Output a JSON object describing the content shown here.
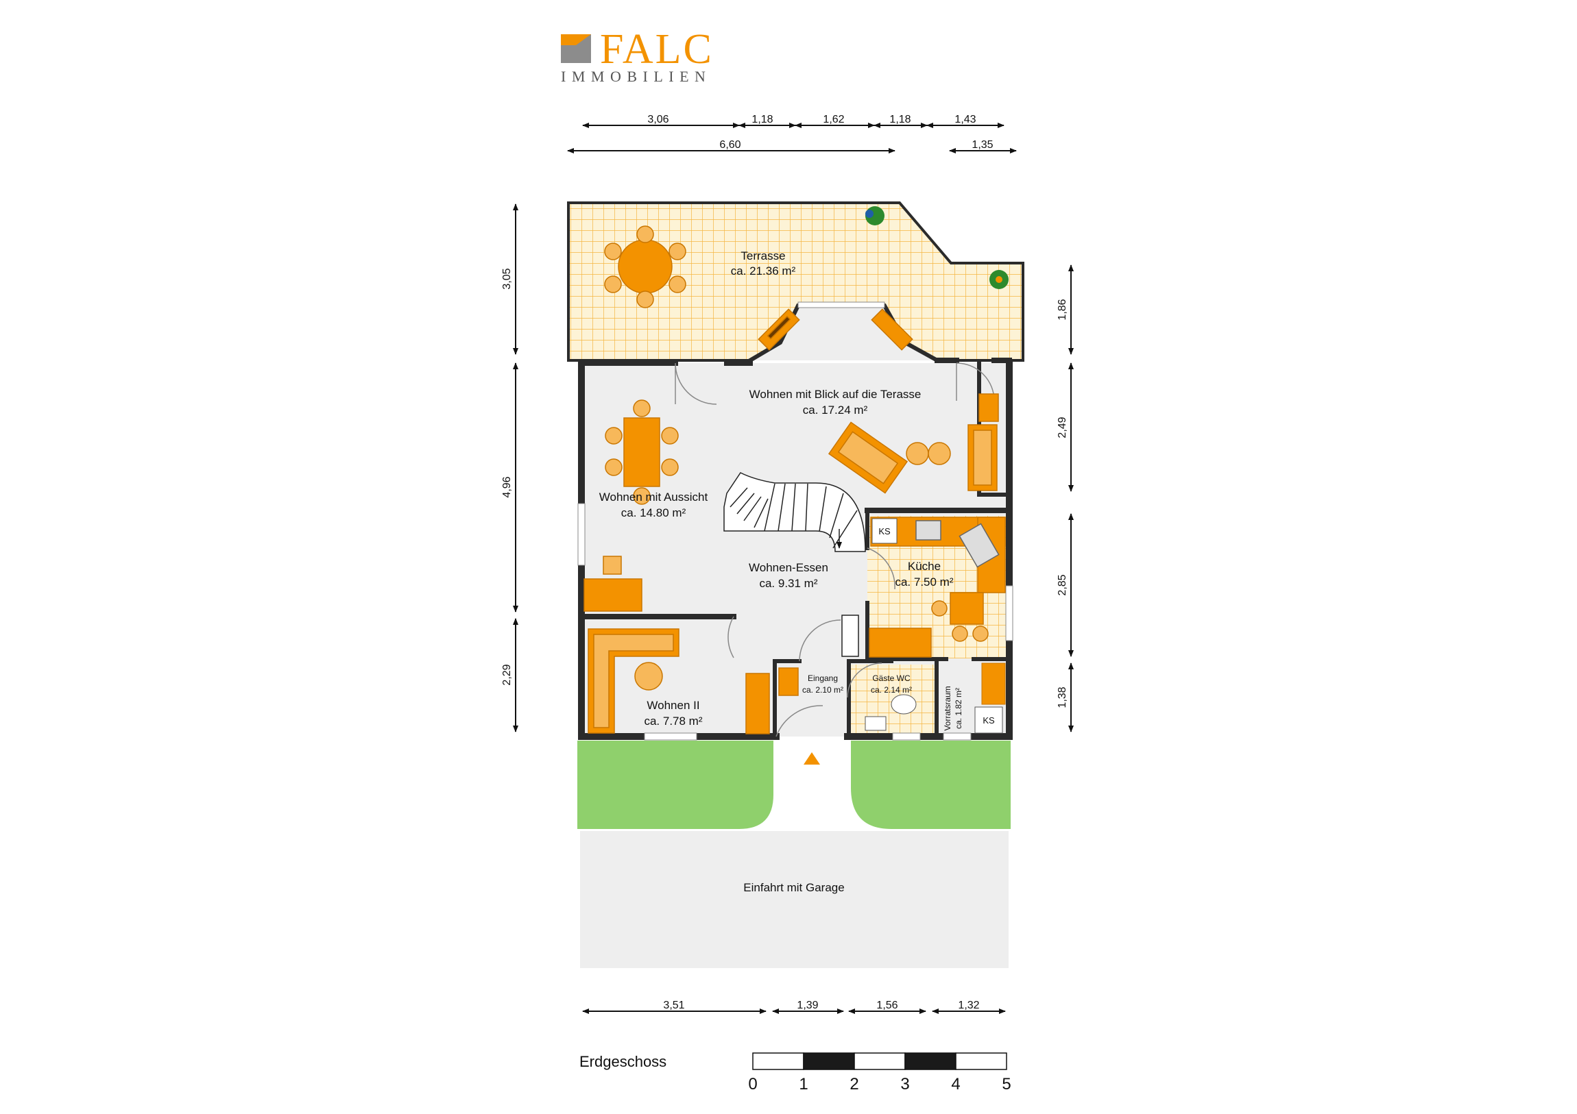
{
  "logo": {
    "brand": "FALC",
    "sub": "IMMOBILIEN"
  },
  "colors": {
    "furniture": "#f39200",
    "furniture_light": "#f7b85a",
    "wall": "#2b2b2b",
    "floor": "#eeeeee",
    "tile_bg": "#fdf3d6",
    "tile_line": "#f5b642",
    "lawn": "#8fd06c",
    "drive": "#eeeeee",
    "logo_orange": "#f39200",
    "logo_grey": "#8c8c8c"
  },
  "floor_name": "Erdgeschoss",
  "rooms": {
    "terrasse": {
      "name": "Terrasse",
      "area": "ca. 21.36 m²"
    },
    "wohnen_blick": {
      "name": "Wohnen mit Blick auf die Terasse",
      "area": "ca. 17.24 m²"
    },
    "wohnen_aussicht": {
      "name": "Wohnen mit Aussicht",
      "area": "ca. 14.80 m²"
    },
    "wohnen_essen": {
      "name": "Wohnen-Essen",
      "area": "ca. 9.31 m²"
    },
    "kueche": {
      "name": "Küche",
      "area": "ca. 7.50 m²"
    },
    "wohnen_ii": {
      "name": "Wohnen II",
      "area": "ca. 7.78 m²"
    },
    "eingang": {
      "name": "Eingang",
      "area": "ca. 2.10 m²"
    },
    "gaeste_wc": {
      "name": "Gäste WC",
      "area": "ca. 2.14 m²"
    },
    "vorratsraum": {
      "name": "Vorratsraum",
      "area": "ca. 1.82 m²"
    },
    "einfahrt": {
      "name": "Einfahrt mit Garage"
    }
  },
  "ks_label": "KS",
  "dims": {
    "top1": [
      "3,06",
      "1,18",
      "1,62",
      "1,18",
      "1,43"
    ],
    "top2": [
      "6,60",
      "1,35"
    ],
    "left": [
      "3,05",
      "4,96",
      "2,29"
    ],
    "right": [
      "1,86",
      "2,49",
      "2,85",
      "1,38"
    ],
    "bottom": [
      "3,51",
      "1,39",
      "1,56",
      "1,32"
    ]
  },
  "scale": {
    "ticks": [
      "0",
      "1",
      "2",
      "3",
      "4",
      "5"
    ]
  }
}
